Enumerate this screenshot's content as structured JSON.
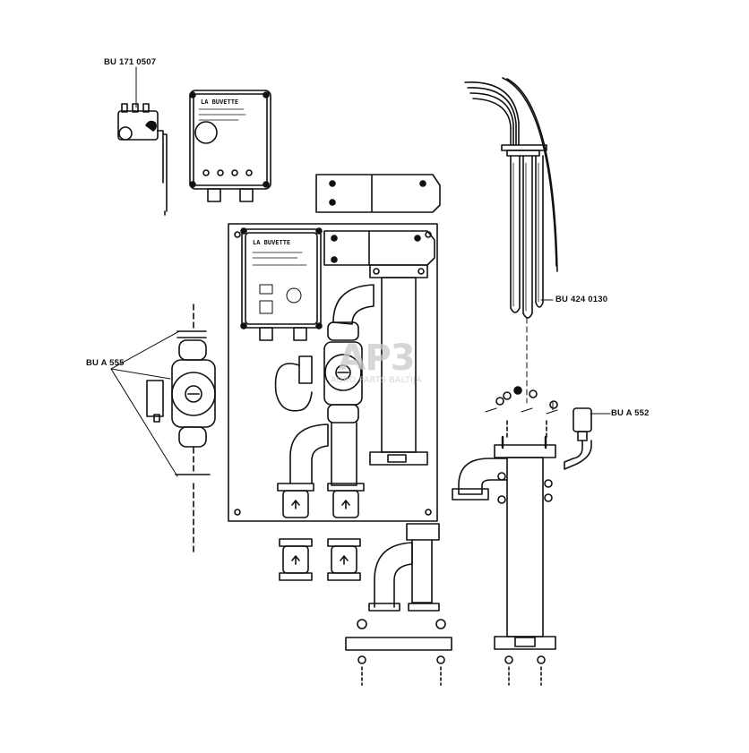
{
  "labels": {
    "bu_171_0507": "BU 171 0507",
    "bu_a_555": "BU A 555",
    "bu_424_0130": "BU 424 0130",
    "bu_a_552": "BU A 552"
  },
  "panel_text": {
    "controller_brand": "LA BUVETTE",
    "panel_brand": "LA BUVETTE"
  },
  "watermark": {
    "main": "AP3",
    "sub": "AGRO PARTS BALTIJA"
  },
  "colors": {
    "line": "#111111",
    "watermark": "#c9c9c9",
    "background": "#ffffff"
  }
}
